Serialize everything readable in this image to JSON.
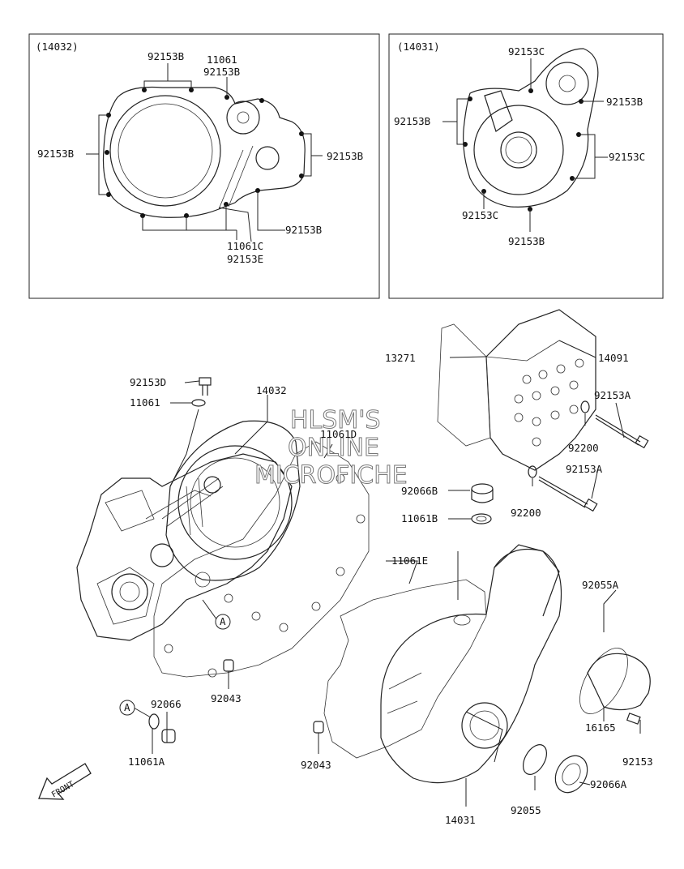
{
  "inset_left": {
    "title": "(14032)",
    "labels": {
      "top": "92153B",
      "seal": "11061",
      "seal_bolt": "92153B",
      "left": "92153B",
      "right": "92153B",
      "bottom_right": "92153B",
      "lower1": "11061C",
      "lower2": "92153E"
    }
  },
  "inset_right": {
    "title": "(14031)",
    "labels": {
      "top": "92153C",
      "left": "92153B",
      "right_upper": "92153B",
      "right": "92153C",
      "bottom_left": "92153C",
      "bottom": "92153B"
    }
  },
  "watermark": {
    "line1": "HLSM'S",
    "line2": "ONLINE",
    "line3": "MICROFICHE"
  },
  "labels": {
    "p13271": "13271",
    "p14091": "14091",
    "p92153D": "92153D",
    "p11061": "11061",
    "p14032": "14032",
    "p11061D": "11061D",
    "p92153A_1": "92153A",
    "p92200_1": "92200",
    "p92153A_2": "92153A",
    "p92066B": "92066B",
    "p11061B": "11061B",
    "p92200_2": "92200",
    "p11061E": "11061E",
    "p92055A": "92055A",
    "p92066": "92066",
    "p92043_1": "92043",
    "p11061A": "11061A",
    "p16165": "16165",
    "p92153": "92153",
    "p92043_2": "92043",
    "p92055": "92055",
    "p92066A": "92066A",
    "p14031": "14031"
  },
  "markers": {
    "a1": "A",
    "a2": "A"
  },
  "front_label": "FRONT"
}
